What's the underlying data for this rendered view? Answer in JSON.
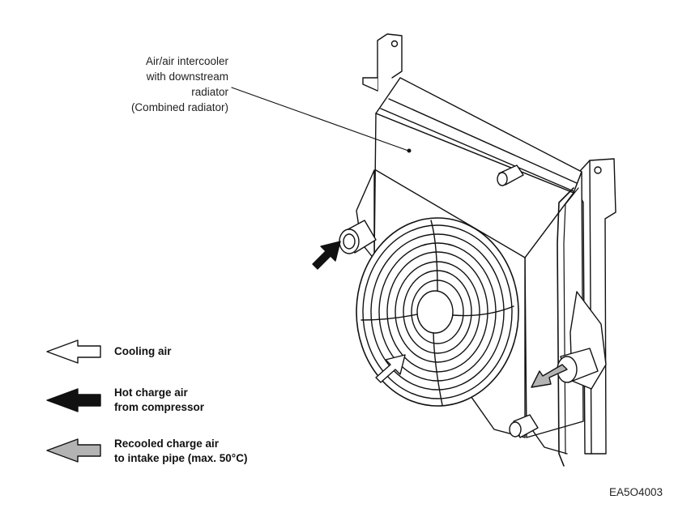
{
  "callout": {
    "lines": [
      "Air/air intercooler",
      "with downstream",
      "radiator",
      "(Combined radiator)"
    ]
  },
  "legend": [
    {
      "lines": [
        "Cooling air"
      ],
      "arrow_fill": "#ffffff"
    },
    {
      "lines": [
        "Hot charge air",
        "from compressor"
      ],
      "arrow_fill": "#111111"
    },
    {
      "lines": [
        "Recooled charge air",
        "to intake pipe (max. 50°C)"
      ],
      "arrow_fill": "#b3b3b3"
    }
  ],
  "drawing_code": "EA5O4003",
  "colors": {
    "line": "#111111",
    "hot_air": "#111111",
    "cooling_air": "#ffffff",
    "recooled_air": "#b3b3b3"
  }
}
